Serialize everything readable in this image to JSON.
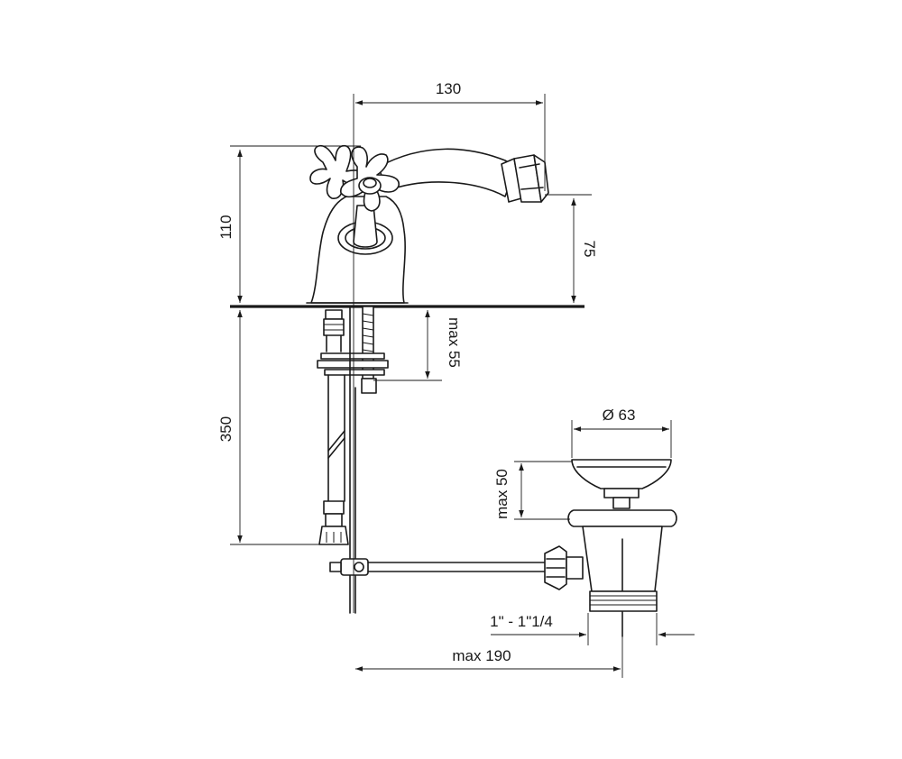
{
  "dimensions": {
    "spout_reach": "130",
    "tap_height": "110",
    "spout_height": "75",
    "deck_thickness": "max 55",
    "hose_length": "350",
    "waste_diameter": "Ø 63",
    "waste_plug_height": "max 50",
    "waste_thread": "1\" - 1\"1/4",
    "rod_length": "max 190"
  },
  "colors": {
    "line": "#1a1a1a",
    "background": "#ffffff"
  }
}
